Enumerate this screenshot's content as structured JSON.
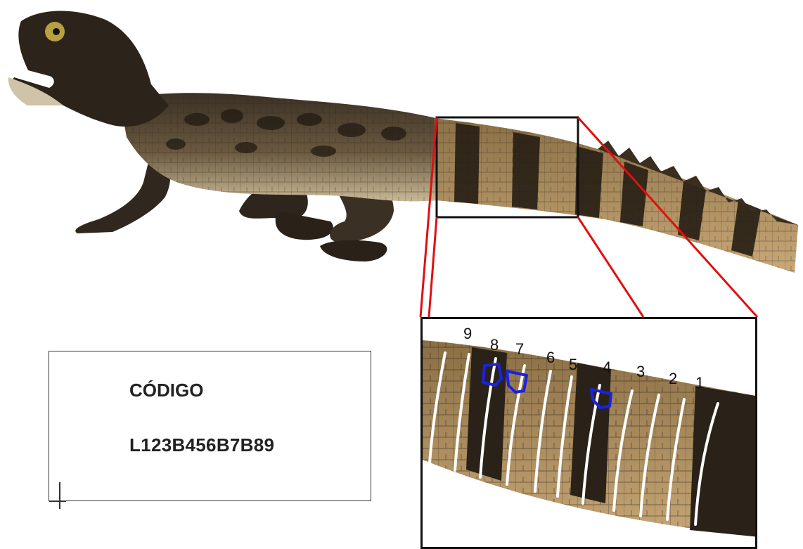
{
  "code_box": {
    "title": "CÓDIGO",
    "value": "L123B456B7B89"
  },
  "inset": {
    "segment_labels": [
      "9",
      "8",
      "7",
      "6",
      "5",
      "4",
      "3",
      "2",
      "1"
    ],
    "marked_segments": [
      "8",
      "7",
      "4"
    ]
  },
  "colors": {
    "highlight_box": "#111111",
    "connector_lines": "#e01010",
    "segment_dividers": "#ffffff",
    "mark_outline": "#1a22e0",
    "scale_dark": "#2a2218",
    "scale_light": "#b89a6a"
  }
}
